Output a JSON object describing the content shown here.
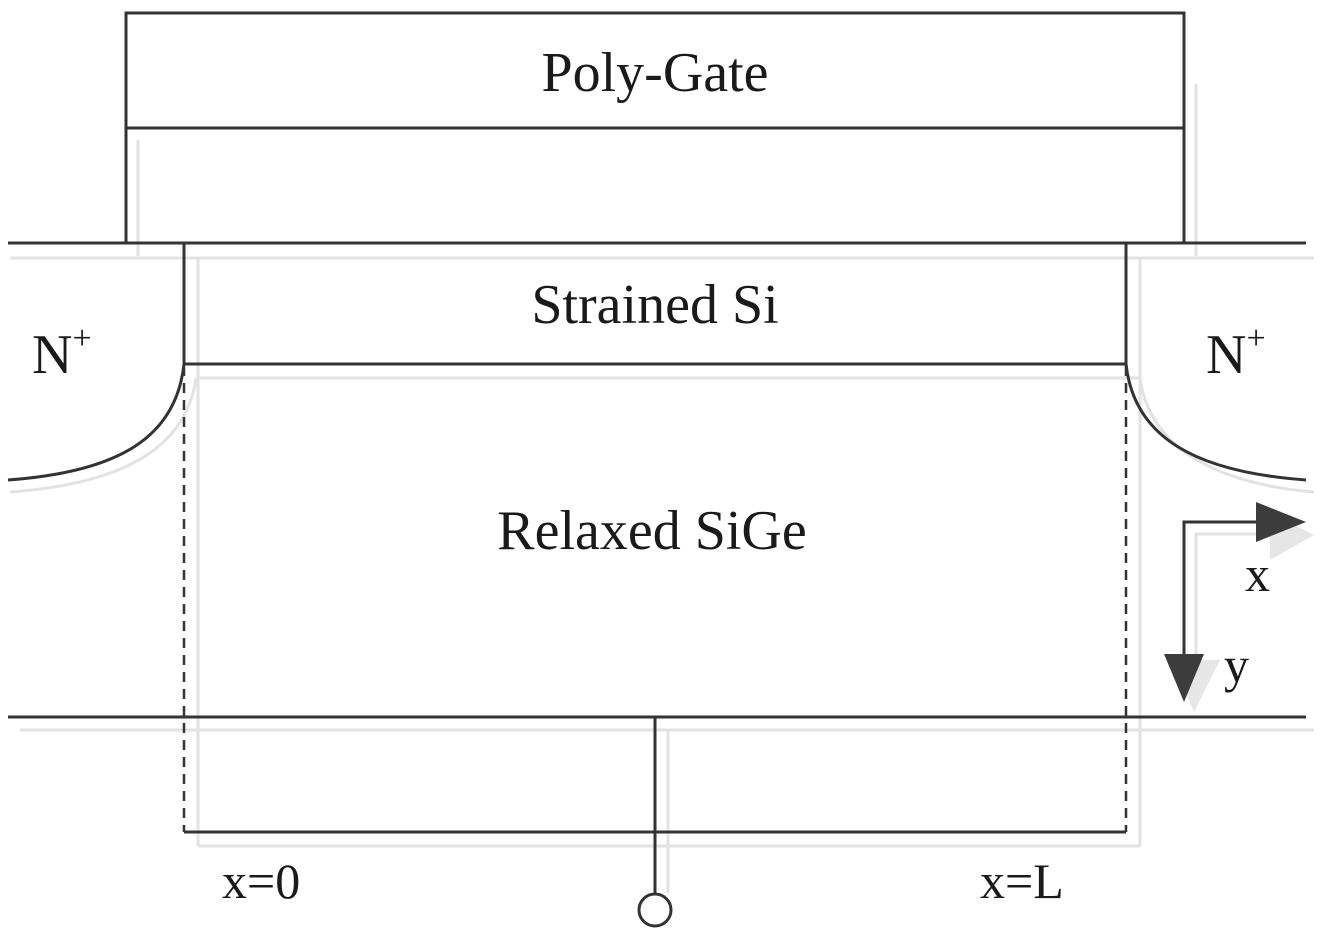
{
  "labels": {
    "poly_gate": "Poly-Gate",
    "strained_si": "Strained Si",
    "relaxed_sige": "Relaxed SiGe",
    "n_plus_left": {
      "base": "N",
      "sup": "+"
    },
    "n_plus_right": {
      "base": "N",
      "sup": "+"
    },
    "axis_x": "x",
    "axis_y": "y",
    "x_start": "x=0",
    "x_end": "x=L"
  },
  "colors": {
    "line": "#333333",
    "ghost": "#e2e2e2",
    "arrow": "#3c3c3c",
    "text": "#1a1a1a"
  }
}
